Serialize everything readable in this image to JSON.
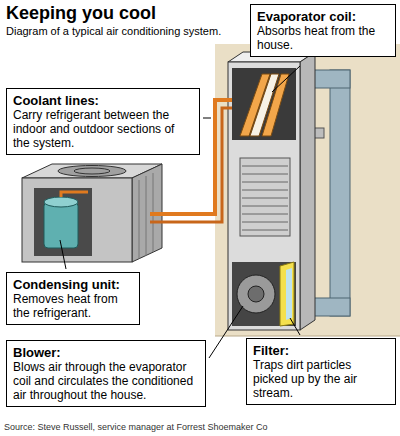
{
  "diagram": {
    "title": "Keeping you cool",
    "caption": "Source: Steve Russell, service manager at Forrest Shoemaker Co",
    "nodes": [
      {
        "text": [
          "Evaporator coil:",
          "Absorbs heat from the house."
        ]
      },
      {
        "text": [
          "Coolant lines:",
          "Carry refrigerant between the indoor and outdoor sections of the system."
        ]
      },
      {
        "text": [
          "Condensing unit:",
          "Removes heat from the refrigerant."
        ]
      },
      {
        "text": [
          "Blower:",
          "Blows air through the evaporator coil and circulates the conditioned air throughout the house."
        ]
      },
      {
        "text": [
          "Filter:",
          "Traps dirt particles picked up by the air stream."
        ]
      }
    ],
    "labels": [
      "Diagram of a typical air conditioning system."
    ]
  }
}
